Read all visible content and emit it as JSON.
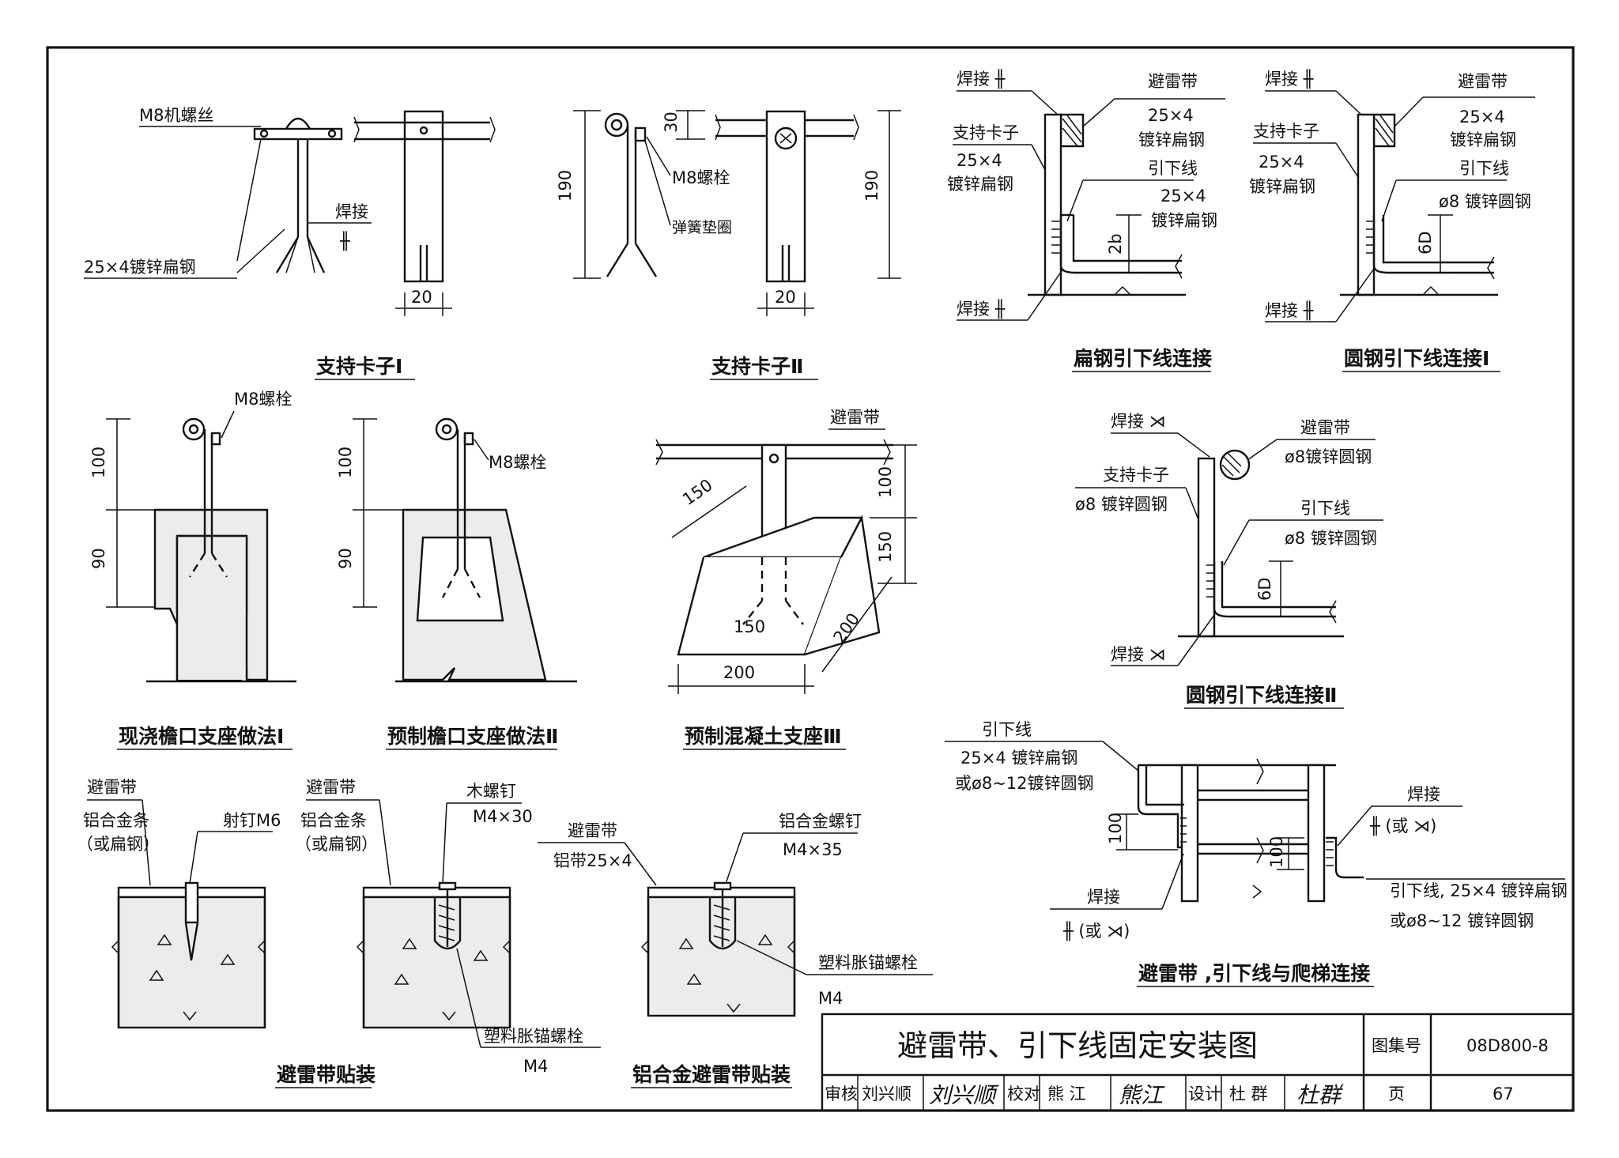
{
  "title_block": {
    "title": "避雷带、引下线固定安装图",
    "atlas_label": "图集号",
    "atlas_no": "08D800-8",
    "review_label": "审核",
    "review_name": "刘兴顺",
    "review_sig": "刘兴顺",
    "check_label": "校对",
    "check_name": "熊 江",
    "check_sig": "熊江",
    "design_label": "设计",
    "design_name": "杜 群",
    "design_sig": "杜群",
    "page_label": "页",
    "page_no": "67"
  },
  "clamp1": {
    "title": "支持卡子Ⅰ",
    "screw": "M8机螺丝",
    "weld": "焊接",
    "weld_sym": "╫",
    "flat": "25×4镀锌扁钢",
    "dim_w": "20"
  },
  "clamp2": {
    "title": "支持卡子Ⅱ",
    "bolt": "M8螺栓",
    "washer": "弹簧垫圈",
    "dim_h": "190",
    "dim_top": "30",
    "dim_h2": "190",
    "dim_w": "20"
  },
  "eave1": {
    "title": "现浇檐口支座做法Ⅰ",
    "bolt": "M8螺栓",
    "dim_a": "100",
    "dim_b": "90"
  },
  "eave2": {
    "title": "预制檐口支座做法Ⅱ",
    "bolt": "M8螺栓",
    "dim_a": "100",
    "dim_b": "90"
  },
  "block3": {
    "title": "预制混凝土支座Ⅲ",
    "belt": "避雷带",
    "dim_100": "100",
    "dim_150_v": "150",
    "dim_150_d": "150",
    "dim_150_b": "150",
    "dim_200_b": "200",
    "dim_200_d": "200"
  },
  "flat_conn": {
    "title": "扁钢引下线连接",
    "weld_top": "焊接 ╫",
    "belt": "避雷带",
    "belt_spec": "25×4",
    "belt_mat": "镀锌扁钢",
    "clamp": "支持卡子",
    "clamp_spec": "25×4",
    "clamp_mat": "镀锌扁钢",
    "down": "引下线",
    "down_spec": "25×4",
    "down_mat": "镀锌扁钢",
    "dim": "2b",
    "weld_bot": "焊接 ╫"
  },
  "round_conn1": {
    "title": "圆钢引下线连接Ⅰ",
    "weld_top": "焊接 ╫",
    "belt": "避雷带",
    "belt_spec": "25×4",
    "belt_mat": "镀锌扁钢",
    "clamp": "支持卡子",
    "clamp_spec": "25×4",
    "clamp_mat": "镀锌扁钢",
    "down": "引下线",
    "down_spec": "ø8 镀锌圆钢",
    "dim": "6D",
    "weld_bot": "焊接 ╫"
  },
  "round_conn2": {
    "title": "圆钢引下线连接Ⅱ",
    "weld_top": "焊接 ⋊",
    "belt": "避雷带",
    "belt_spec": "ø8镀锌圆钢",
    "clamp": "支持卡子",
    "clamp_spec": "ø8 镀锌圆钢",
    "down": "引下线",
    "down_spec": "ø8 镀锌圆钢",
    "dim": "6D",
    "weld_bot": "焊接 ⋊"
  },
  "ladder": {
    "title": "避雷带 ,引下线与爬梯连接",
    "down": "引下线",
    "down_spec1": "25×4 镀锌扁钢",
    "down_spec2": "或ø8~12镀锌圆钢",
    "weld_l": "焊接",
    "weld_l_sym": "╫ (或 ⋊)",
    "weld_r": "焊接",
    "weld_r_sym": "╫ (或 ⋊)",
    "dim_l": "100",
    "dim_r": "100",
    "down_r1": "引下线, 25×4 镀锌扁钢",
    "down_r2": "或ø8~12 镀锌圆钢"
  },
  "mount": {
    "title": "避雷带贴装",
    "belt": "避雷带",
    "mat": "铝合金条",
    "mat2": "（或扁钢）",
    "nail": "射钉M6"
  },
  "mount2": {
    "belt": "避雷带",
    "mat": "铝合金条",
    "mat2": "（或扁钢）",
    "screw": "木螺钉",
    "screw_spec": "M4×30",
    "anchor": "塑料胀锚螺栓",
    "anchor_spec": "M4"
  },
  "alu": {
    "title": "铝合金避雷带贴装",
    "belt": "避雷带",
    "mat": "铝带25×4",
    "screw": "铝合金螺钉",
    "screw_spec": "M4×35",
    "anchor": "塑料胀锚螺栓",
    "anchor_spec": "M4"
  }
}
